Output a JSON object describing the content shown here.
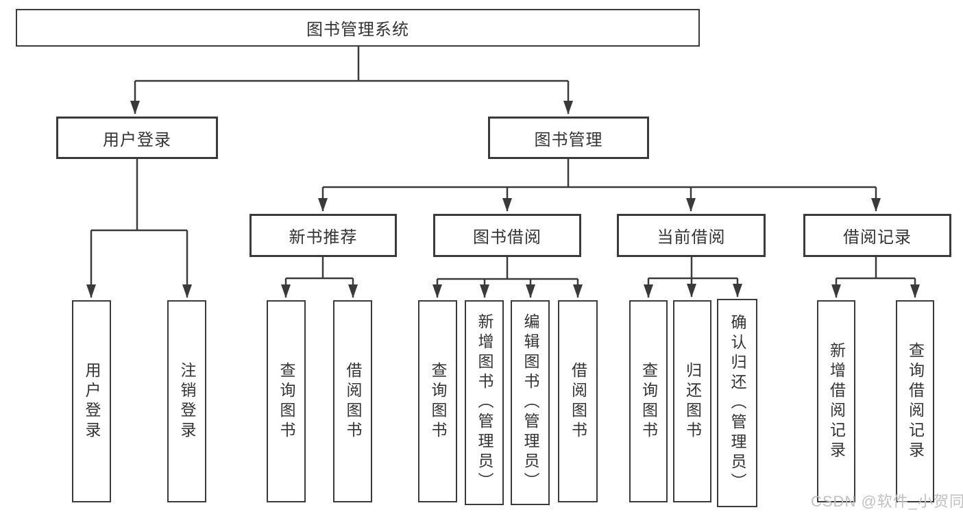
{
  "colors": {
    "line": "#3a3a3a",
    "text": "#333333",
    "watermark": "#c0c0c0",
    "bg": "#ffffff"
  },
  "diagram": {
    "root": {
      "label": "图书管理系统"
    },
    "branches": [
      {
        "label": "用户登录",
        "children": [
          {
            "label": "用户登录"
          },
          {
            "label": "注销登录"
          }
        ]
      },
      {
        "label": "图书管理",
        "children": [
          {
            "label": "新书推荐",
            "children": [
              {
                "label": "查询图书"
              },
              {
                "label": "借阅图书"
              }
            ]
          },
          {
            "label": "图书借阅",
            "children": [
              {
                "label": "查询图书"
              },
              {
                "label": "新增图书（管理员）"
              },
              {
                "label": "编辑图书（管理员）"
              },
              {
                "label": "借阅图书"
              }
            ]
          },
          {
            "label": "当前借阅",
            "children": [
              {
                "label": "查询图书"
              },
              {
                "label": "归还图书"
              },
              {
                "label": "确认归还（管理员）"
              }
            ]
          },
          {
            "label": "借阅记录",
            "children": [
              {
                "label": "新增借阅记录"
              },
              {
                "label": "查询借阅记录"
              }
            ]
          }
        ]
      }
    ]
  },
  "watermark": {
    "text": "CSDN @软件_小贺同学"
  }
}
